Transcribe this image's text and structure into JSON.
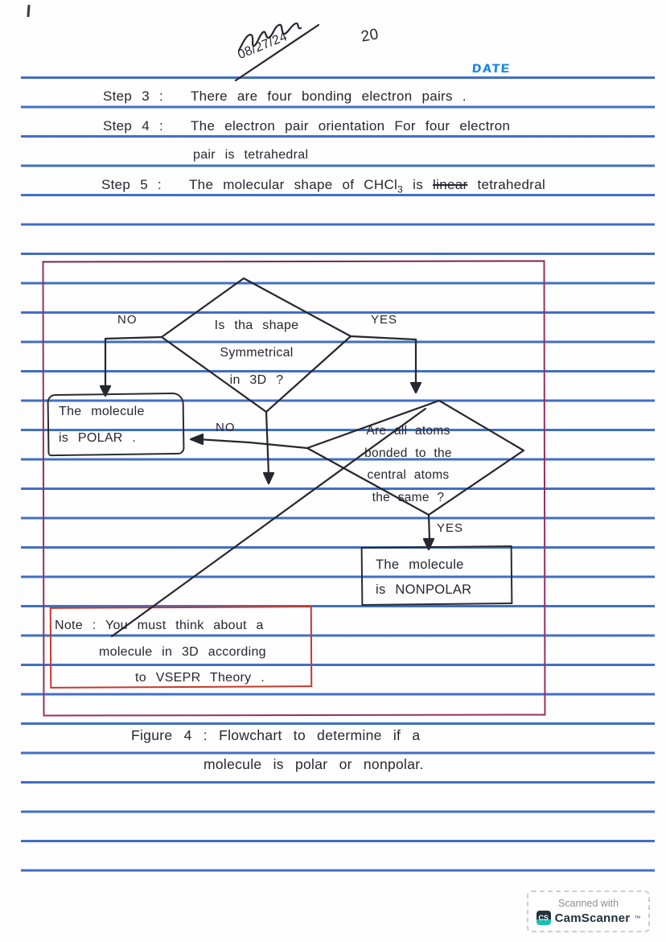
{
  "header": {
    "handwritten_date": "08/27/24",
    "page_number": "20",
    "date_stamp_label": "DATE"
  },
  "steps": [
    {
      "label": "Step 3 :",
      "text": "There are four bonding electron pairs ."
    },
    {
      "label": "Step 4 :",
      "text": "The electron pair orientation For four electron",
      "text_cont": "pair is tetrahedral"
    },
    {
      "label": "Step 5 :",
      "text_pre": "The molecular shape of",
      "formula_base": "CHCl",
      "formula_sub": "3",
      "text_mid": "is",
      "text_struck": "linear",
      "text_post": "tetrahedral"
    }
  ],
  "flowchart": {
    "decision1": {
      "line1": "Is tha shape",
      "line2": "Symmetrical",
      "line3": "in 3D ?",
      "no_label": "NO",
      "yes_label": "YES"
    },
    "polar_box": {
      "line1": "The molecule",
      "line2": "is POLAR ."
    },
    "decision2": {
      "line1": "Are all atoms",
      "line2": "bonded to the",
      "line3": "central atoms",
      "line4": "the same ?",
      "no_label": "NO",
      "yes_label": "YES"
    },
    "nonpolar_box": {
      "line1": "The molecule",
      "line2": "is NONPOLAR"
    },
    "note_box": {
      "line1": "Note : You must think about a",
      "line2": "molecule in 3D according",
      "line3": "to VSEPR Theory ."
    }
  },
  "caption": {
    "line1": "Figure 4 : Flowchart to determine if a",
    "line2": "molecule is polar or nonpolar."
  },
  "scanner_badge": {
    "top_text": "Scanned with",
    "logo_text": "CS",
    "brand_text": "CamScanner",
    "tm": "™"
  },
  "colors": {
    "rule_blue": "#2b5fc2",
    "ink": "#26262e",
    "frame_magenta": "#96305f",
    "note_red": "#c43a2b",
    "stamp_blue": "#1787e8",
    "brand_navy": "#22323f",
    "brand_teal": "#1bbfae"
  }
}
